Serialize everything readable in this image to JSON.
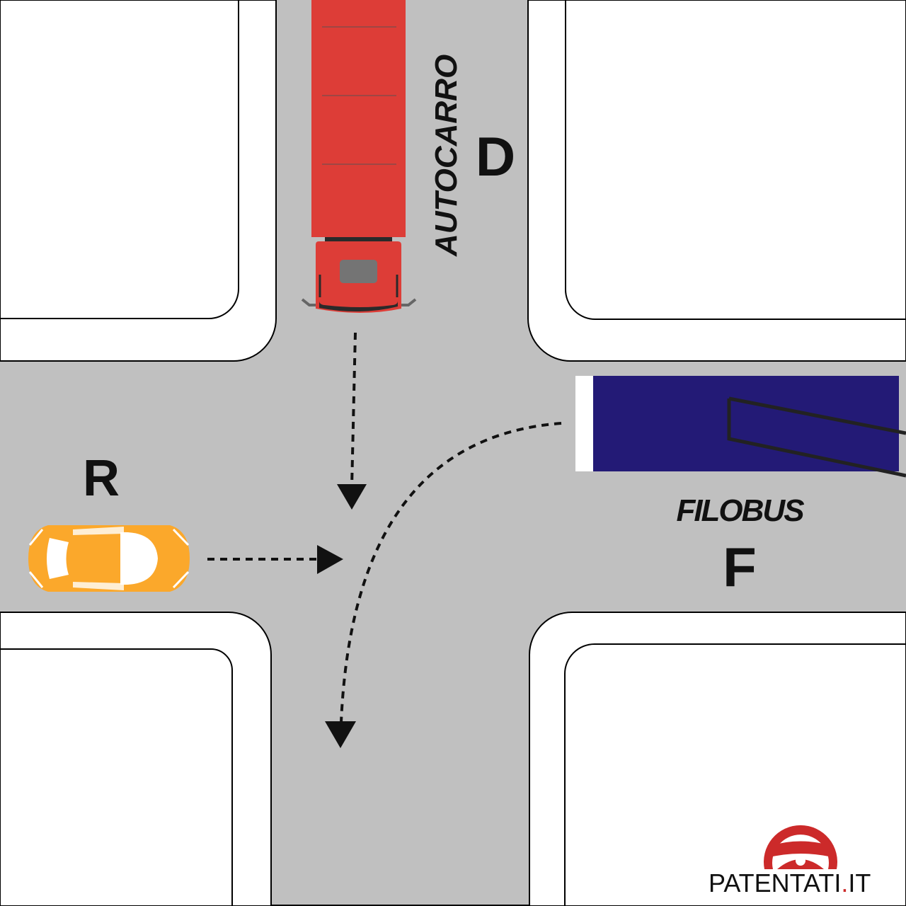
{
  "vehicles": {
    "truck": {
      "name": "AUTOCARRO",
      "letter": "D",
      "color": "#dd3d37"
    },
    "car": {
      "letter": "R",
      "color": "#fba82b"
    },
    "trolleybus": {
      "name": "FILOBUS",
      "letter": "F",
      "color": "#231a76"
    }
  },
  "logo": {
    "text_main": "PATENTATI",
    "text_dot": ".",
    "text_tld": "IT",
    "accent": "#cc2a2a"
  },
  "colors": {
    "road": "#c0c0c0"
  }
}
